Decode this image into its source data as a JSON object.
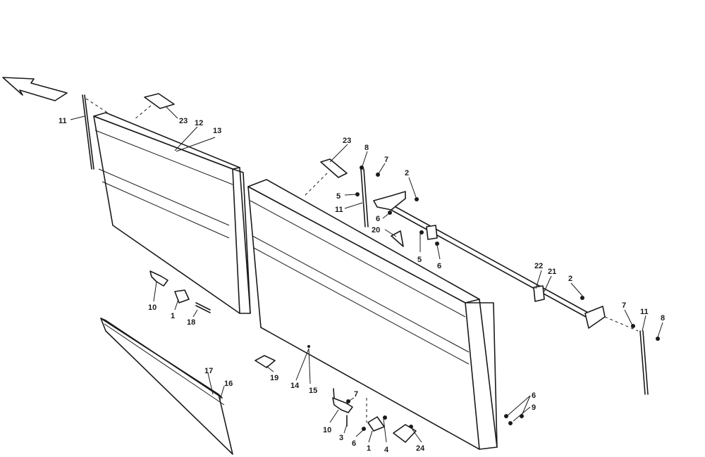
{
  "labels": {
    "l11a": "11",
    "l23a": "23",
    "l12": "12",
    "l13": "13",
    "l10a": "10",
    "l1a": "1",
    "l18": "18",
    "l17": "17",
    "l16": "16",
    "l19": "19",
    "l14": "14",
    "l15": "15",
    "l23b": "23",
    "l8a": "8",
    "l7a": "7",
    "l2a": "2",
    "l5a": "5",
    "l11b": "11",
    "l6a": "6",
    "l20": "20",
    "l5b": "5",
    "l6b": "6",
    "l22": "22",
    "l21": "21",
    "l2b": "2",
    "l7b": "7",
    "l11c": "11",
    "l8b": "8",
    "l7c": "7",
    "l10b": "10",
    "l3": "3",
    "l6c": "6",
    "l1b": "1",
    "l4": "4",
    "l24": "24",
    "l6d": "6",
    "l9": "9"
  }
}
